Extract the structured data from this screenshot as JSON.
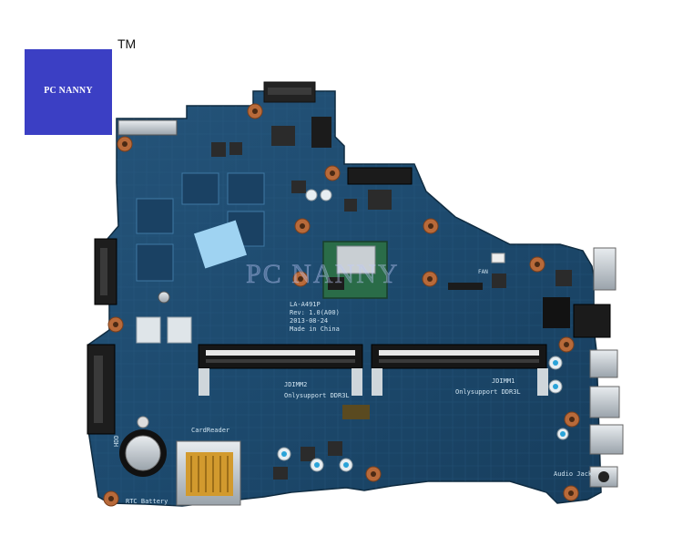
{
  "brand": {
    "logo_text": "PC NANNY",
    "trademark": "TM",
    "watermark": "PC NANNY",
    "color": "#3b3fc4"
  },
  "board": {
    "color": "#1d4a6e",
    "silkscreen": {
      "model_code": "LA-A491P",
      "rev": "Rev: 1.0(A00)",
      "date": "2013-08-24",
      "made_in": "Made in China",
      "dimm2": "JDIMM2",
      "dimm2_support": "Onlysupport DDR3L",
      "dimm1": "JDIMM1",
      "dimm1_support": "Onlysupport DDR3L",
      "card_reader": "CardReader",
      "rtc_battery": "RTC Battery",
      "hdd": "HDD",
      "fan": "FAN",
      "audio_jack": "Audio Jack"
    }
  }
}
